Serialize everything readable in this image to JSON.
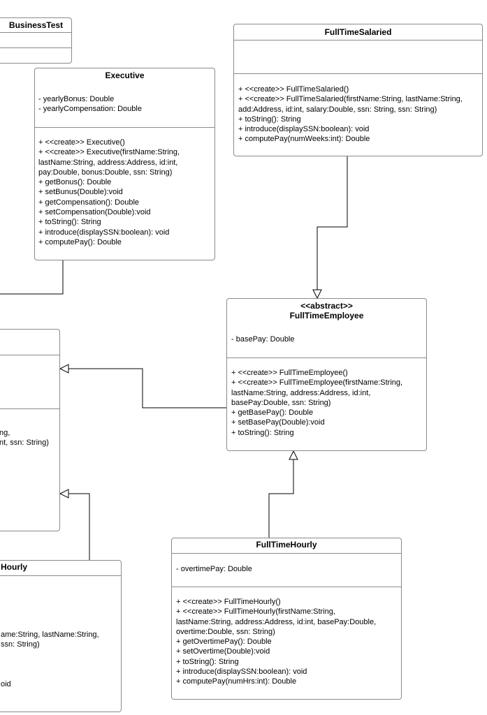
{
  "business_test": {
    "name": "BusinessTest"
  },
  "full_time_salaried": {
    "name": "FullTimeSalaried",
    "attributes": [],
    "operations": [
      "+ <<create>> FullTimeSalaried()",
      "+ <<create>> FullTimeSalaried(firstName:String, lastName:String,",
      "add:Address, id:int, salary:Double, ssn: String, ssn: String)",
      "+ toString(): String",
      "+ introduce(displaySSN:boolean): void",
      "+ computePay(numWeeks:int): Double"
    ]
  },
  "executive": {
    "name": "Executive",
    "attributes": [
      "- yearlyBonus: Double",
      "- yearlyCompensation: Double"
    ],
    "operations": [
      "+ <<create>> Executive()",
      "+ <<create>> Executive(firstName:String,",
      "lastName:String, address:Address, id:int,",
      "pay:Double, bonus:Double, ssn: String)",
      "+ getBonus(): Double",
      "+ setBunus(Double):void",
      "+ getCompensation(): Double",
      "+ setCompensation(Double):void",
      "+ toString(): String",
      "+ introduce(displaySSN:boolean): void",
      "+ computePay(): Double"
    ]
  },
  "full_time_employee": {
    "stereotype": "<<abstract>>",
    "name": "FullTimeEmployee",
    "attributes": [
      "- basePay: Double"
    ],
    "operations": [
      "+ <<create>> FullTimeEmployee()",
      "+ <<create>> FullTimeEmployee(firstName:String,",
      "lastName:String, address:Address, id:int,",
      "basePay:Double, ssn: String)",
      "+ getBasePay(): Double",
      "+ setBasePay(Double):void",
      "+ toString(): String"
    ]
  },
  "full_time_hourly": {
    "name": "FullTimeHourly",
    "attributes": [
      "- overtimePay: Double"
    ],
    "operations": [
      "+ <<create>> FullTimeHourly()",
      "+ <<create>> FullTimeHourly(firstName:String,",
      "lastName:String, address:Address, id:int, basePay:Double,",
      "overtime:Double, ssn: String)",
      "+ getOvertimePay(): Double",
      "+ setOvertime(Double):void",
      "+ toString(): String",
      "+ introduce(displaySSN:boolean): void",
      "+ computePay(numHrs:int): Double"
    ]
  },
  "partial_left_class": {
    "operations": [
      "ng,",
      "nt, ssn: String)"
    ]
  },
  "partial_hourly_class": {
    "name_fragment": "Hourly",
    "operations": [
      "ame:String, lastName:String,",
      "ssn: String)",
      "oid"
    ]
  }
}
